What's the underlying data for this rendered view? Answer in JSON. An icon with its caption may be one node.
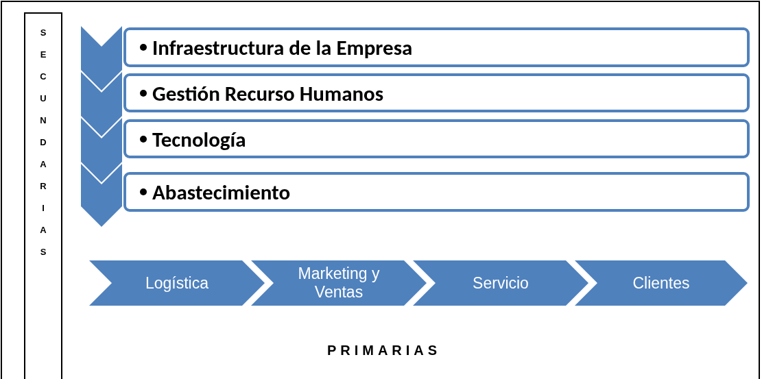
{
  "diagram": {
    "nodes": [
      {
        "text": [
          "Infraestructura de la Empresa"
        ]
      },
      {
        "text": [
          "Gestión Recurso Humanos"
        ]
      },
      {
        "text": [
          "Tecnología"
        ]
      },
      {
        "text": [
          "Abastecimiento"
        ]
      },
      {
        "text": [
          "Logística"
        ]
      },
      {
        "text": [
          "Marketing y Ventas"
        ]
      },
      {
        "text": [
          "Servicio"
        ]
      },
      {
        "text": [
          "Clientes"
        ]
      },
      {
        "text": [],
        "shape": "chevron"
      },
      {
        "text": [],
        "shape": "chevron"
      },
      {
        "text": [],
        "shape": "chevron"
      },
      {
        "text": [],
        "shape": "chevron"
      }
    ],
    "edges": [],
    "labels": [
      "SECUNDARIAS",
      "PRIMARIAS"
    ]
  }
}
